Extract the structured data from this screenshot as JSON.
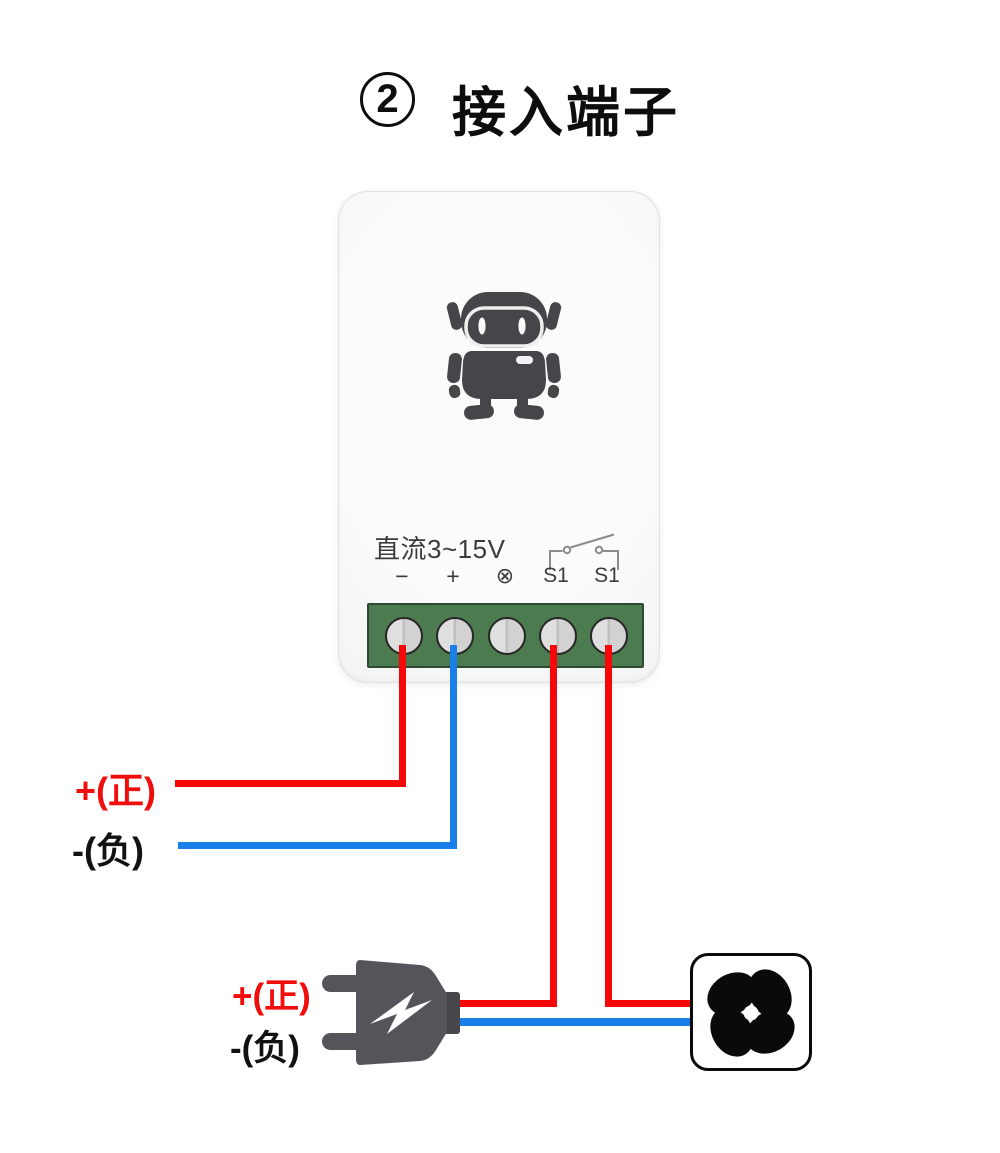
{
  "title": {
    "step_number": "2",
    "text": "接入端子"
  },
  "device": {
    "power_label": "直流3~15V",
    "terminals": [
      "−",
      "+",
      "⊗",
      "S1",
      "S1"
    ]
  },
  "labels": {
    "supply_positive": "+(正)",
    "supply_negative": "-(负)",
    "plug_positive": "+(正)",
    "plug_negative": "-(负)"
  },
  "colors": {
    "wire_red": "#f70808",
    "wire_blue": "#1b7fe9",
    "terminal_block_green": "#4d7b50",
    "robot_gray": "#46464a",
    "plug_gray": "#54555a",
    "label_red": "#f20d0d",
    "text_dark": "#3c3c3c",
    "title_black": "#0d0d0d"
  },
  "icons": {
    "step_badge": "circled-number-2",
    "robot_logo": "robot-mascot",
    "switch_symbol": "open-switch",
    "power_plug": "dc-power-plug",
    "lightning": "lightning-bolt",
    "fan": "four-blade-fan"
  }
}
